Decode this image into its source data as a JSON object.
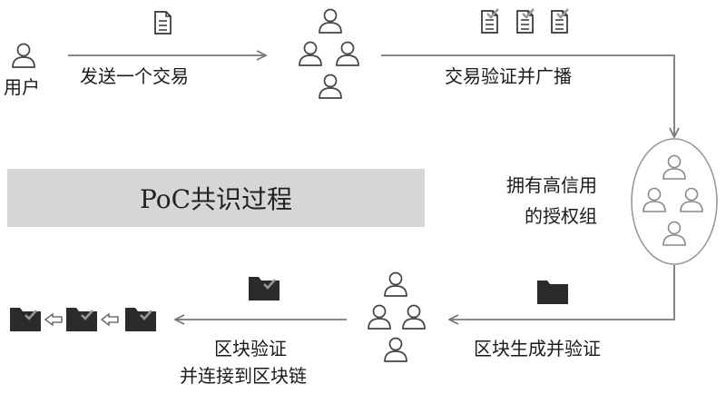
{
  "title": "PoC共识过程",
  "user_label": "用户",
  "steps": {
    "send": "发送一个交易",
    "verify_broadcast": "交易验证并广播",
    "authorized_group_line1": "拥有高信用",
    "authorized_group_line2": "的授权组",
    "block_generate": "区块生成并验证",
    "block_link_line1": "区块验证",
    "block_link_line2": "并连接到区块链"
  },
  "icons": {
    "user": "person-icon",
    "transaction": "document-icon",
    "nodes": "people-group-icon",
    "block": "folder-icon",
    "verified_block": "checked-folder-icon",
    "chain_link": "double-arrow-icon"
  },
  "colors": {
    "stroke": "#444444",
    "fill": "#2b2b2b",
    "arrow": "#777777",
    "title_bg": "#d6d6d6"
  }
}
